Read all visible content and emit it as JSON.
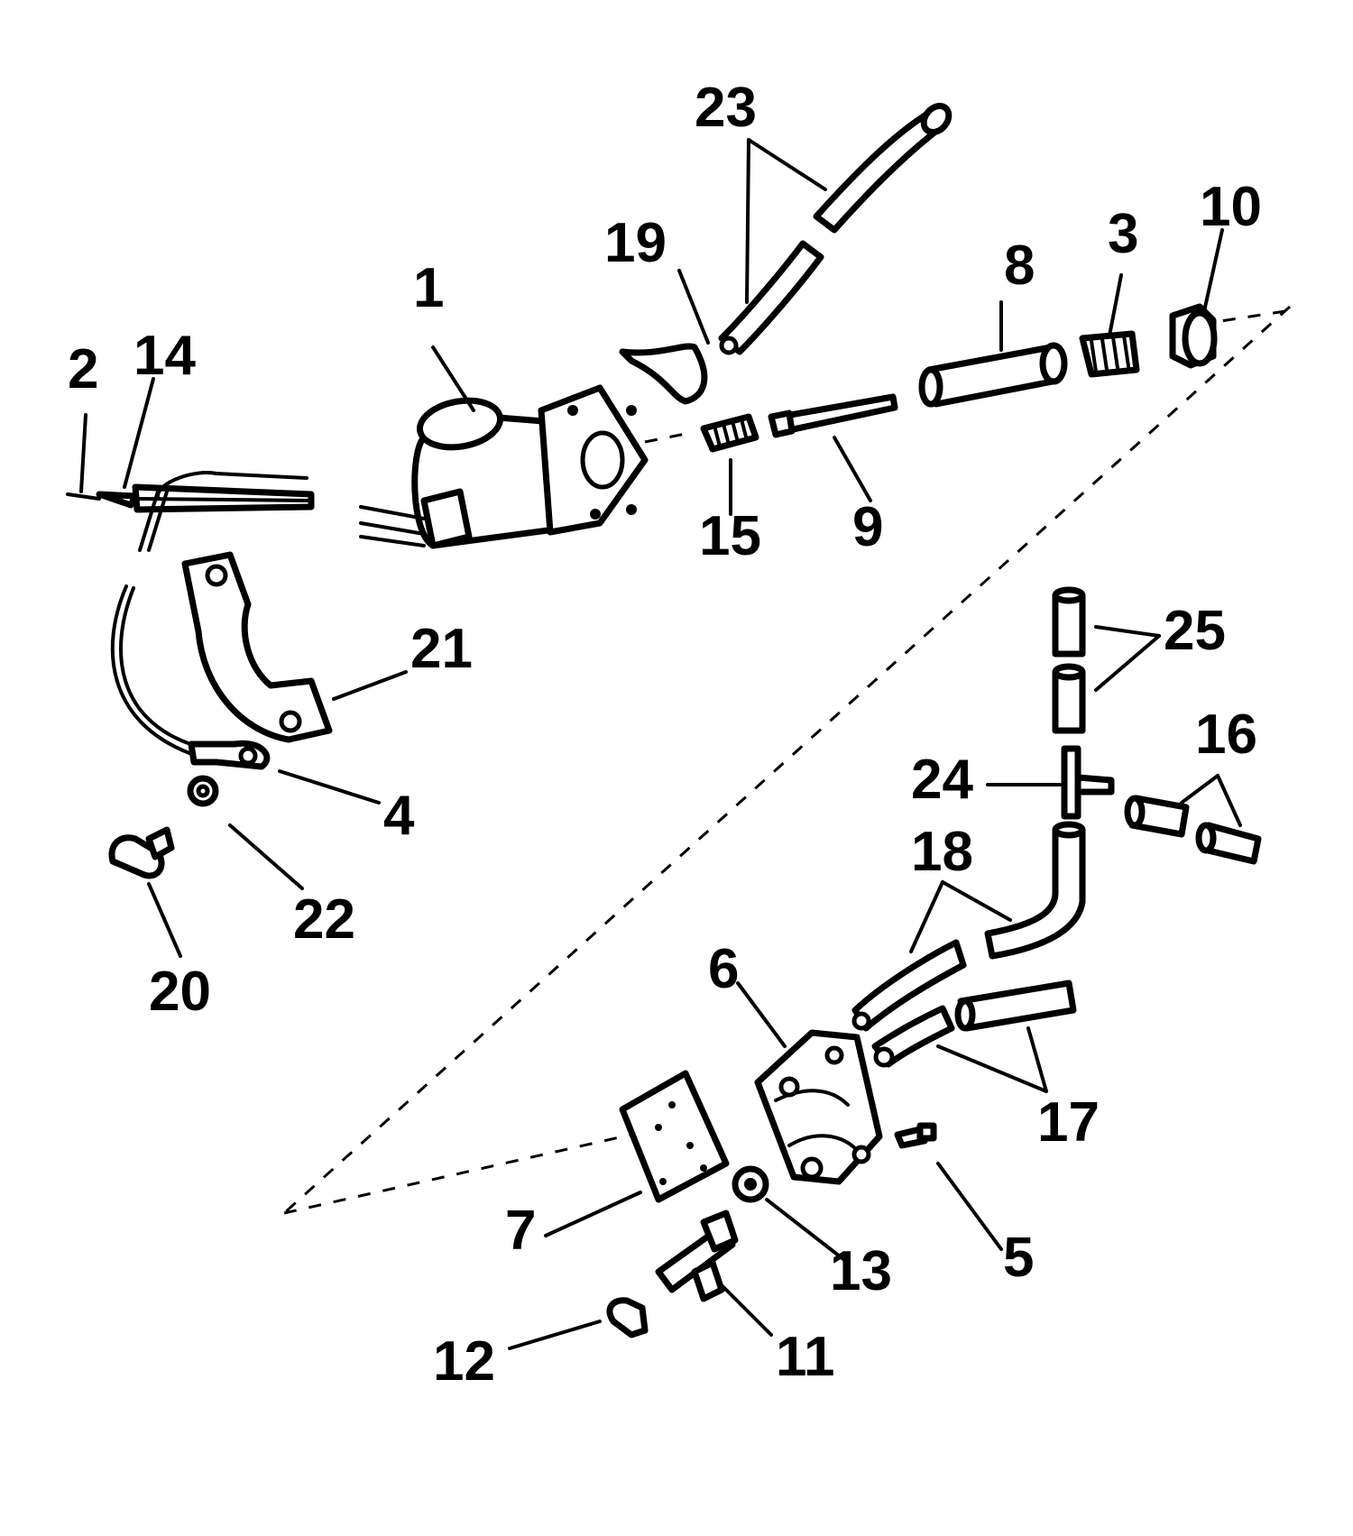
{
  "colors": {
    "ink": "#000000",
    "paper": "#ffffff"
  },
  "callouts": {
    "c1": "1",
    "c2": "2",
    "c3": "3",
    "c4": "4",
    "c5": "5",
    "c6": "6",
    "c7": "7",
    "c8": "8",
    "c9": "9",
    "c10": "10",
    "c11": "11",
    "c12": "12",
    "c13": "13",
    "c14": "14",
    "c15": "15",
    "c16": "16",
    "c17": "17",
    "c18": "18",
    "c19": "19",
    "c20": "20",
    "c21": "21",
    "c22": "22",
    "c23": "23",
    "c24": "24",
    "c25": "25"
  }
}
